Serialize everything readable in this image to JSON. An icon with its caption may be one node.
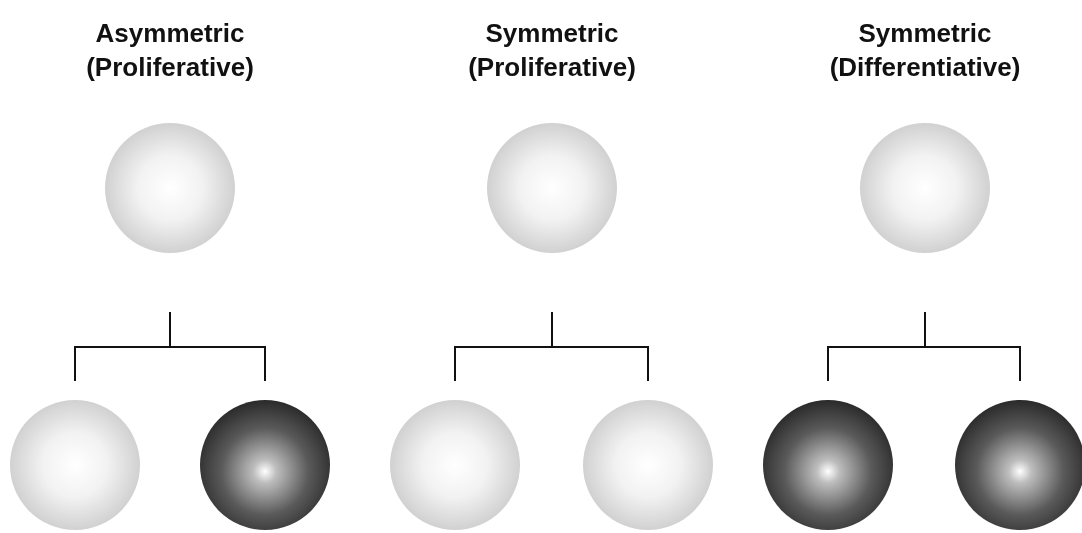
{
  "diagram": {
    "nodes": [
      {
        "text": [],
        "shape": "circle"
      },
      {
        "text": [],
        "shape": "circle"
      },
      {
        "text": [],
        "shape": "circle"
      },
      {
        "text": [],
        "shape": "circle"
      },
      {
        "text": [],
        "shape": "circle"
      },
      {
        "text": [],
        "shape": "circle"
      },
      {
        "text": [],
        "shape": "circle"
      },
      {
        "text": [],
        "shape": "circle"
      },
      {
        "text": [],
        "shape": "circle"
      }
    ],
    "edges": [
      {
        "from": 0,
        "to": 3,
        "arrow": "none"
      },
      {
        "from": 0,
        "to": 4,
        "arrow": "none"
      },
      {
        "from": 1,
        "to": 5,
        "arrow": "none"
      },
      {
        "from": 1,
        "to": 6,
        "arrow": "none"
      },
      {
        "from": 2,
        "to": 7,
        "arrow": "none"
      },
      {
        "from": 2,
        "to": 8,
        "arrow": "none"
      }
    ],
    "labels": [
      "Asymmetric (Proliferative)",
      "Symmetric (Proliferative)",
      "Symmetric (Differentiative)"
    ]
  }
}
